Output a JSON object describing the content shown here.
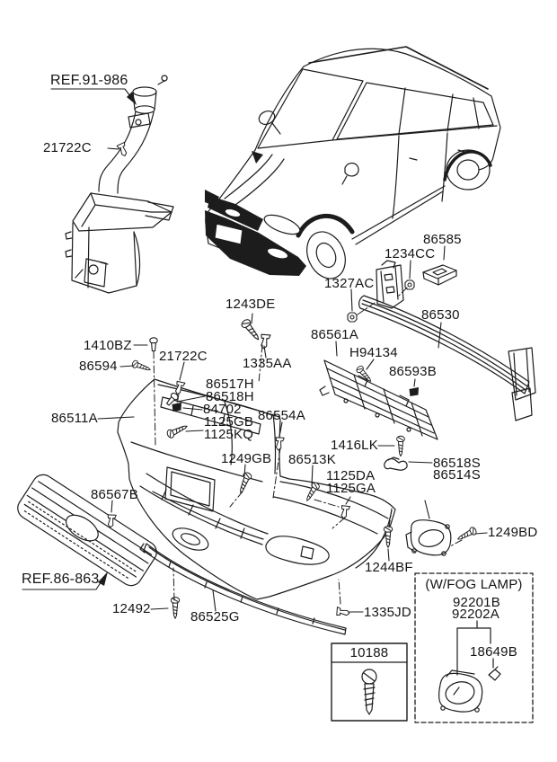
{
  "diagram": {
    "type": "exploded-parts-diagram",
    "colors": {
      "line": "#1c1c1c",
      "background": "#ffffff"
    }
  },
  "labels": {
    "ref_91_986": "REF.91-986",
    "c21722c_hose": "21722C",
    "p86585": "86585",
    "p1234cc": "1234CC",
    "p1327ac": "1327AC",
    "p86530": "86530",
    "p86561a": "86561A",
    "ph94134": "H94134",
    "p86593b": "86593B",
    "p1243de": "1243DE",
    "p1335aa": "1335AA",
    "p1410bz": "1410BZ",
    "p86594": "86594",
    "c21722c_bumper": "21722C",
    "p86517h": "86517H",
    "p86518h": "86518H",
    "p84702": "84702",
    "p1125gb": "1125GB",
    "p1125kq": "1125KQ",
    "p86511a": "86511A",
    "p86554a": "86554A",
    "p1249gb": "1249GB",
    "p86513k": "86513K",
    "p1416lk": "1416LK",
    "p1125da": "1125DA",
    "p1125ga": "1125GA",
    "p86518s": "86518S",
    "p86514s": "86514S",
    "p86567b": "86567B",
    "ref_86_863": "REF.86-863",
    "p12492": "12492",
    "p86525g": "86525G",
    "p1335jd": "1335JD",
    "p1244bf": "1244BF",
    "p1249bd": "1249BD",
    "p10188": "10188",
    "fog_title": "(W/FOG LAMP)",
    "p92201b": "92201B",
    "p92202a": "92202A",
    "p18649b": "18649B"
  }
}
